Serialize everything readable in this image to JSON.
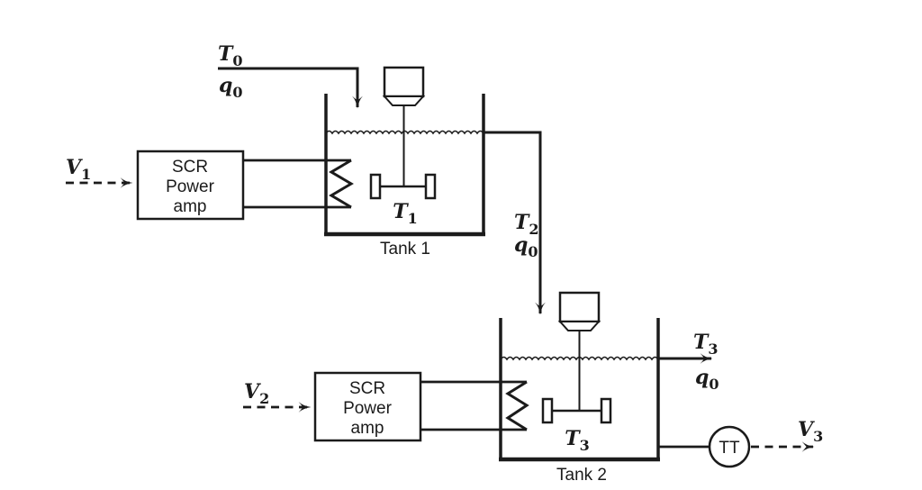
{
  "colors": {
    "ink": "#1b1b1b",
    "background": "#ffffff"
  },
  "feed_top": {
    "temp": {
      "base": "T",
      "sub": "0"
    },
    "flow": {
      "base": "q",
      "sub": "0"
    }
  },
  "signal_v1": {
    "base": "V",
    "sub": "1"
  },
  "amp1": {
    "lines": [
      "SCR",
      "Power",
      "amp"
    ]
  },
  "tank1": {
    "name": "Tank 1",
    "temp_label": {
      "base": "T",
      "sub": "1"
    }
  },
  "stream_tank1_to_tank2": {
    "temp": {
      "base": "T",
      "sub": "2"
    },
    "flow": {
      "base": "q",
      "sub": "0"
    }
  },
  "signal_v2": {
    "base": "V",
    "sub": "2"
  },
  "amp2": {
    "lines": [
      "SCR",
      "Power",
      "amp"
    ]
  },
  "tank2": {
    "name": "Tank 2",
    "temp_label": {
      "base": "T",
      "sub": "3"
    }
  },
  "stream_outlet": {
    "temp": {
      "base": "T",
      "sub": "3"
    },
    "flow": {
      "base": "q",
      "sub": "0"
    }
  },
  "transmitter": {
    "label": "TT"
  },
  "signal_v3": {
    "base": "V",
    "sub": "3"
  }
}
